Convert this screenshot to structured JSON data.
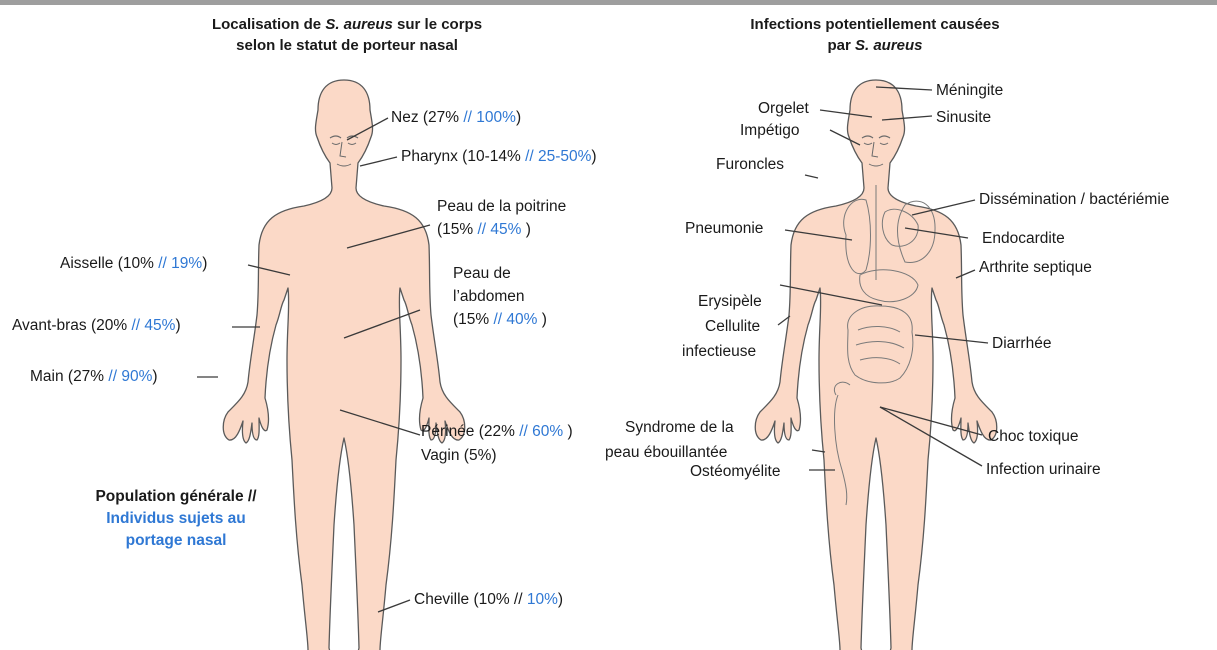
{
  "left_panel": {
    "title_prefix": "Localisation de ",
    "title_species": "S. aureus",
    "title_suffix": " sur le corps",
    "title_line2": "selon le statut de porteur nasal",
    "sites": [
      {
        "name": "Nez (27% ",
        "sep": "//",
        "carrier": " 100%",
        "close": ")"
      },
      {
        "name": "Pharynx (10-14% ",
        "sep": "//",
        "carrier": " 25-50%",
        "close": ")"
      },
      {
        "name_line1": "Peau de la poitrine",
        "name": "(15% ",
        "sep": "//",
        "carrier": " 45%",
        "close": " )"
      },
      {
        "name": "Aisselle (10% ",
        "sep": "//",
        "carrier": " 19%",
        "close": ")"
      },
      {
        "name_line1": "Peau de",
        "name_line2": "l’abdomen",
        "name": "(15% ",
        "sep": "//",
        "carrier": " 40%",
        "close": " )"
      },
      {
        "name": "Avant-bras (20% ",
        "sep": "//",
        "carrier": " 45%",
        "close": ")"
      },
      {
        "name": "Main (27% ",
        "sep": "//",
        "carrier": " 90%",
        "close": ")"
      },
      {
        "name": "Périnée (22% ",
        "sep": "//",
        "carrier": " 60%",
        "close": " )",
        "extra_line": "Vagin (5%)"
      },
      {
        "name": "Cheville (10% // ",
        "carrier": "10%",
        "close": ")"
      }
    ],
    "legend": {
      "general": "Population générale //",
      "carriers_line1": "Individus sujets au",
      "carriers_line2": "portage nasal"
    }
  },
  "right_panel": {
    "title_line1": "Infections potentiellement causées",
    "title_prefix2": "par ",
    "title_species": "S. aureus",
    "infections": [
      "Méningite",
      "Orgelet",
      "Sinusite",
      "Impétigo",
      "Furoncles",
      "Dissémination / bactériémie",
      "Pneumonie",
      "Endocardite",
      "Arthrite septique",
      "Erysipèle",
      "Cellulite",
      "infectieuse",
      "Diarrhée",
      "Syndrome de la",
      "peau ébouillantée",
      "Choc toxique",
      "Ostéomyélite",
      "Infection urinaire"
    ]
  },
  "colors": {
    "skin": "#fbd9c7",
    "outline": "#5a5a5a",
    "accent_blue": "#2f78d4",
    "top_bar": "#9e9e9e"
  }
}
